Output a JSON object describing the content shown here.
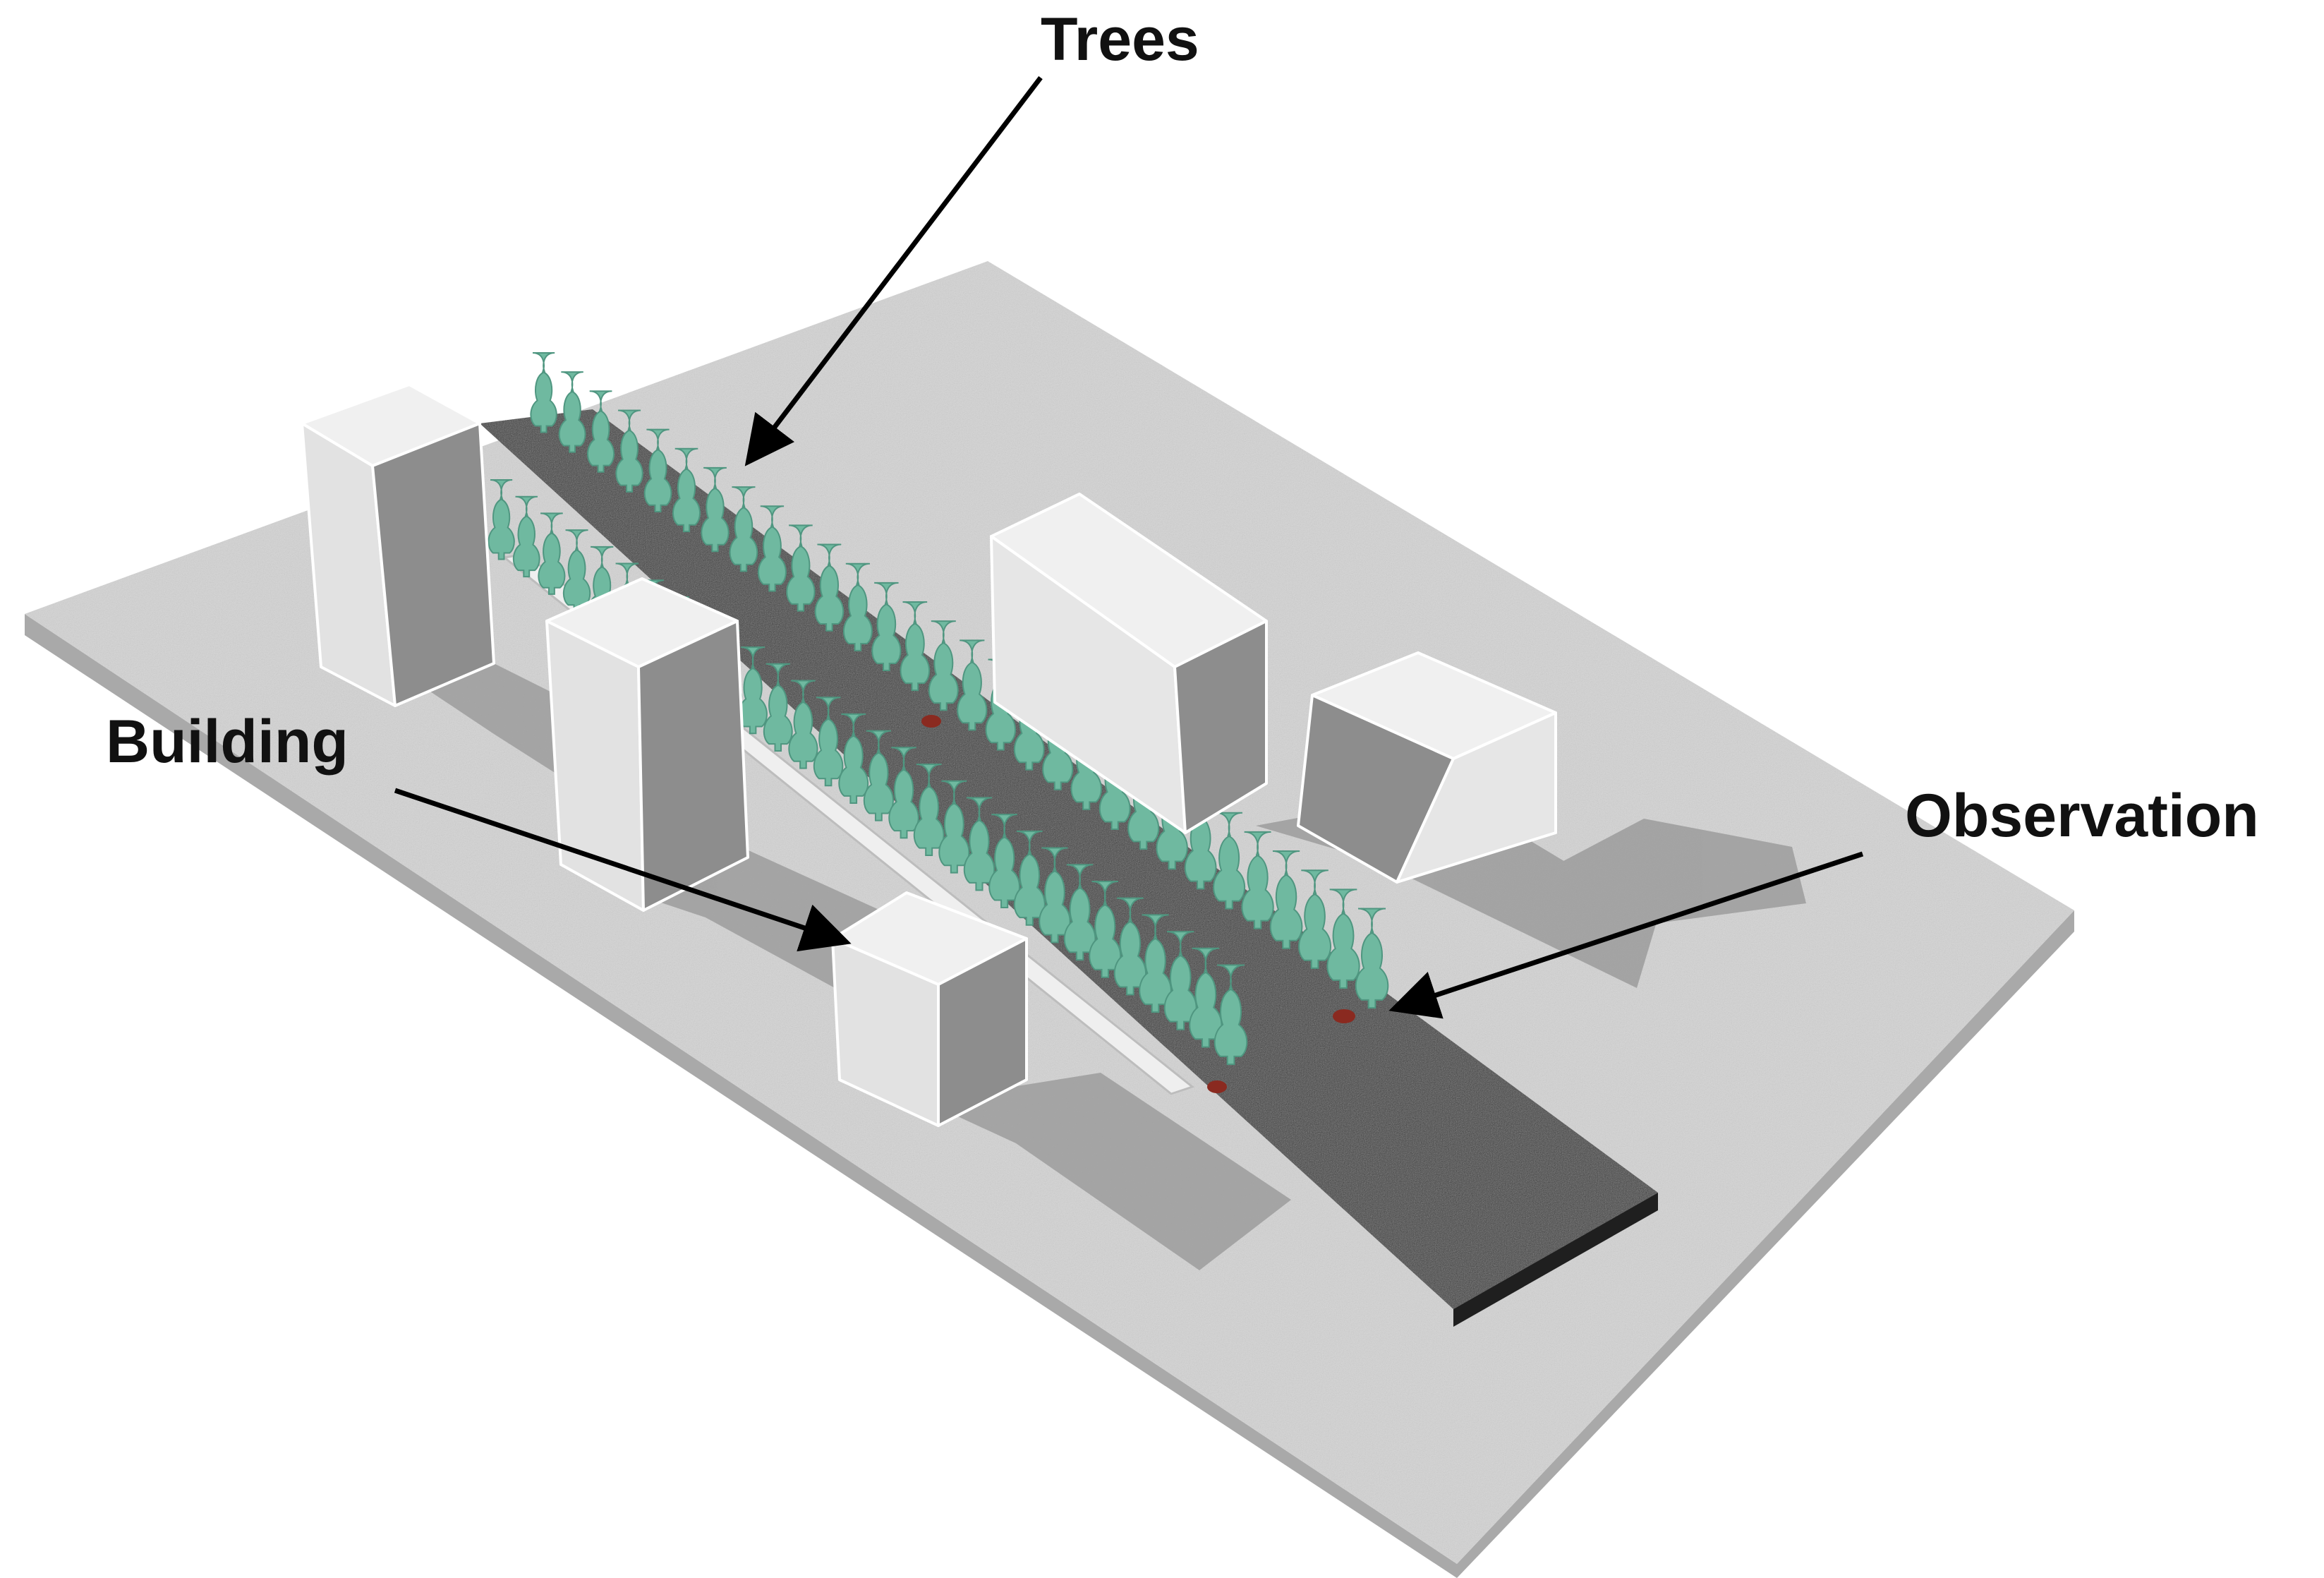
{
  "labels": {
    "trees": "Trees",
    "building": "Building",
    "observation": "Observation"
  },
  "colors": {
    "ground": "#d4d4d4",
    "road": "#3d3d3d",
    "tree": "#6fb9a0",
    "building_light": "#e6e6e6",
    "building_dark": "#8a8a8a",
    "shadow": "#9c9c9c",
    "observation": "#8a2a20"
  }
}
